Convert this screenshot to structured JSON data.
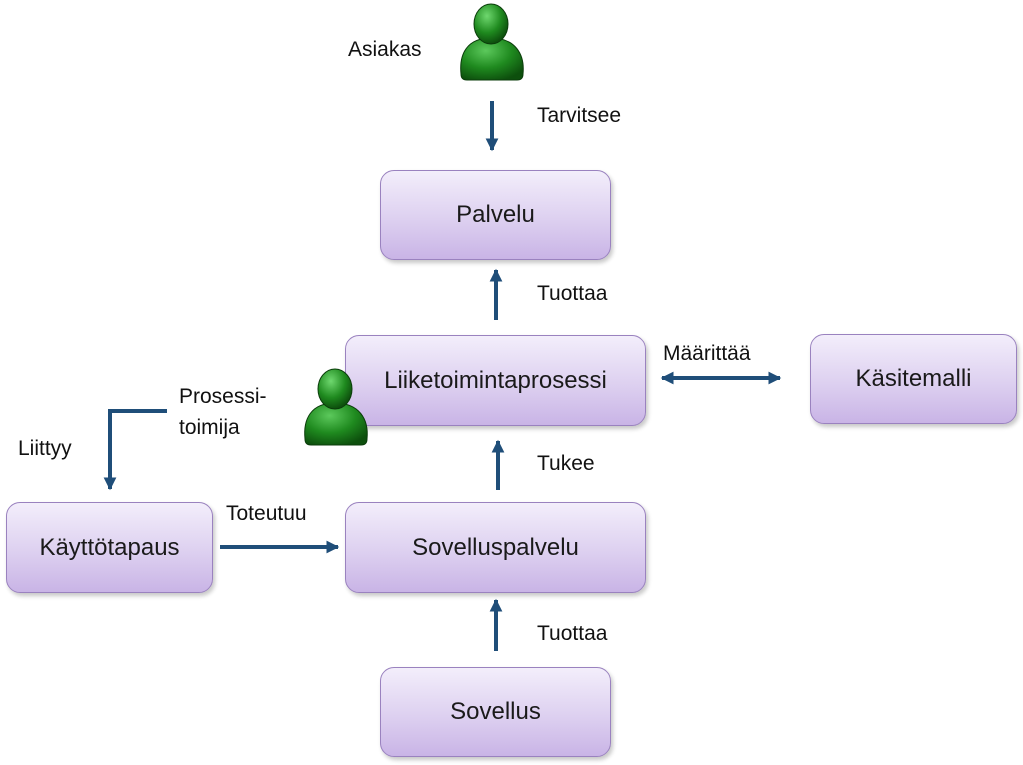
{
  "boxes": {
    "palvelu": "Palvelu",
    "liiketoimintaprosessi": "Liiketoimintaprosessi",
    "kasitemalli": "Käsitemalli",
    "kayttotapaus": "Käyttötapaus",
    "sovelluspalvelu": "Sovelluspalvelu",
    "sovellus": "Sovellus"
  },
  "labels": {
    "asiakas": "Asiakas",
    "tarvitsee": "Tarvitsee",
    "tuottaa_top": "Tuottaa",
    "maarittaa": "Määrittää",
    "prosessi_line1": "Prosessi-",
    "prosessi_line2": "toimija",
    "liittyy": "Liittyy",
    "tukee": "Tukee",
    "toteutuu": "Toteutuu",
    "tuottaa_bottom": "Tuottaa"
  },
  "icons": {
    "actor": "person-icon",
    "actor_color": "#1f8a1f"
  },
  "colors": {
    "arrow": "#1f4e79",
    "box_border": "#9a82bf"
  }
}
